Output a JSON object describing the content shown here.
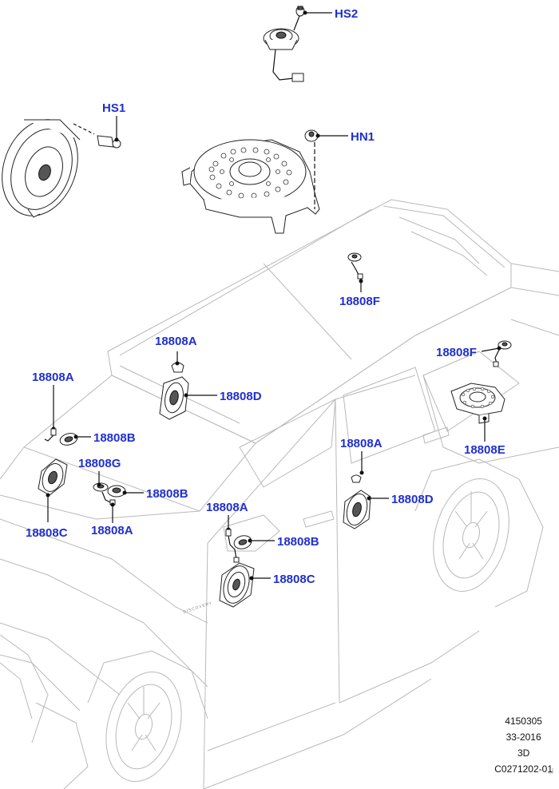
{
  "callouts": {
    "hs2": "HS2",
    "hs1": "HS1",
    "hn1": "HN1",
    "f_roof": "18808F",
    "f_rear": "18808F",
    "a_center": "18808A",
    "d_center": "18808D",
    "e_rear": "18808E",
    "a_left": "18808A",
    "b_left1": "18808B",
    "g_left": "18808G",
    "b_left2": "18808B",
    "c_left": "18808C",
    "a_left2": "18808A",
    "a_rdoor": "18808A",
    "d_rdoor": "18808D",
    "a_fdoor": "18808A",
    "b_fdoor": "18808B",
    "c_fdoor": "18808C"
  },
  "footer": {
    "line1": "4150305",
    "line2": "33-2016",
    "line3": "3D",
    "line4": "C0271202-01"
  },
  "badge": "DISCOVERY"
}
